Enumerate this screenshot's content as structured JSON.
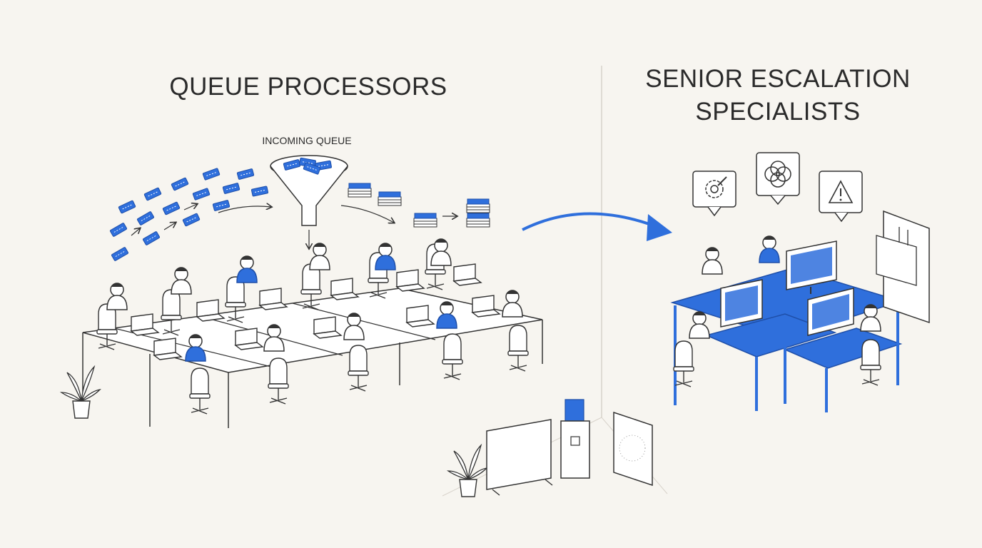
{
  "sections": {
    "left": {
      "title": "QUEUE PROCESSORS"
    },
    "right": {
      "title_line1": "SENIOR ESCALATION",
      "title_line2": "SPECIALISTS"
    }
  },
  "funnel": {
    "label": "INCOMING QUEUE"
  },
  "icons": {
    "left_workers": "person-at-laptop-icon",
    "right_workers": "person-at-desktop-icon",
    "bubbles": [
      "gear-wrench-icon",
      "knot-icon",
      "warning-icon"
    ]
  },
  "colors": {
    "background": "#f7f5f0",
    "ink": "#2b2b2b",
    "accent": "#2f6fdc"
  }
}
